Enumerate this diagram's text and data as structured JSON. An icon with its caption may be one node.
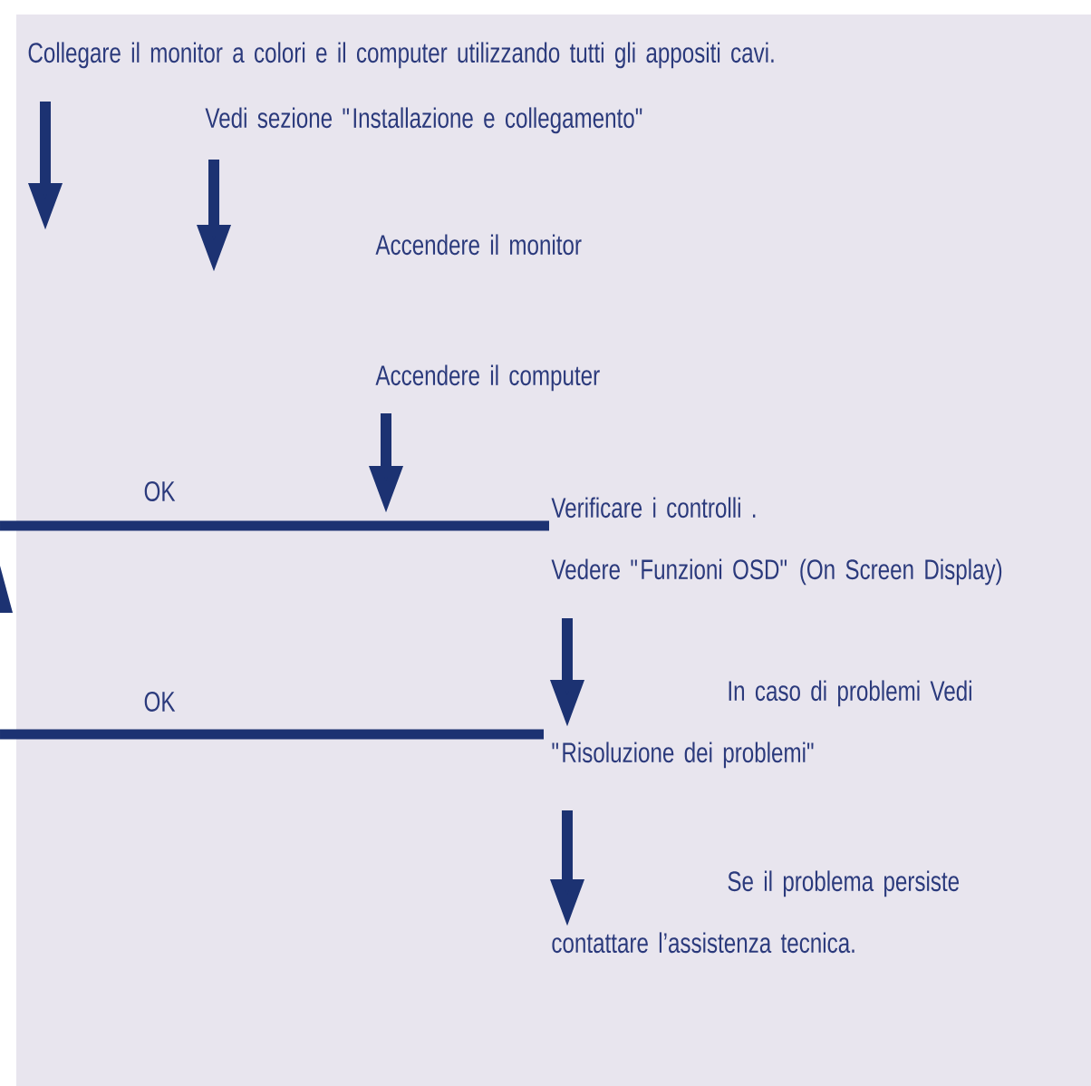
{
  "diagram": {
    "nodes": [
      {
        "text": [
          "Collegare il monitor a colori e il computer utilizzando tutti gli appositi cavi."
        ]
      },
      {
        "text": [
          "Vedi sezione \"Installazione e collegamento\""
        ]
      },
      {
        "text": [
          "Accendere il monitor"
        ]
      },
      {
        "text": [
          "Accendere il computer"
        ]
      },
      {
        "text": [
          "Verificare i controlli .",
          "Vedere \"Funzioni OSD\" (On Screen Display)"
        ]
      },
      {
        "text": [
          "In caso di problemi Vedi \"Risoluzione dei problemi\""
        ]
      },
      {
        "text": [
          "Se il problema persiste contattare l’assistenza tecnica."
        ]
      }
    ],
    "edges": [
      {
        "from": 0,
        "to": null,
        "arrow": "to"
      },
      {
        "from": 1,
        "to": null,
        "arrow": "to"
      },
      {
        "from": 3,
        "to": null,
        "arrow": "to"
      },
      {
        "from": 4,
        "to": null,
        "arrow": "none",
        "label": "OK"
      },
      {
        "from": 4,
        "to": 5,
        "arrow": "to"
      },
      {
        "from": 5,
        "to": null,
        "arrow": "none",
        "label": "OK"
      },
      {
        "from": 5,
        "to": 6,
        "arrow": "to"
      }
    ]
  }
}
